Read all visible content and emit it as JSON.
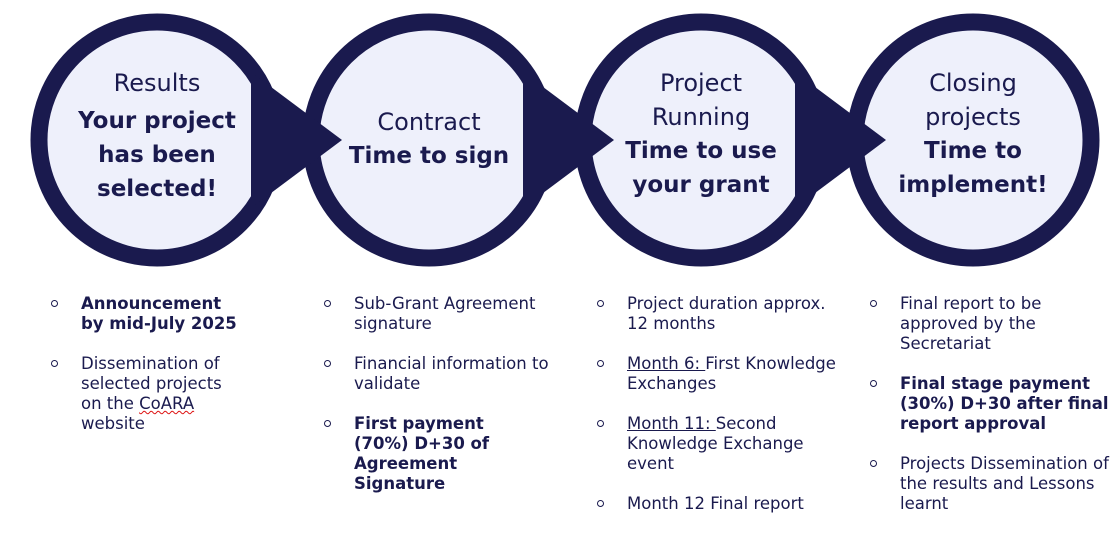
{
  "stages": [
    {
      "head": "Results",
      "sub": "Your project has been selected!"
    },
    {
      "head": "Contract",
      "sub": "Time to sign"
    },
    {
      "head": "Project Running",
      "sub": "Time to use your grant"
    },
    {
      "head": "Closing projects",
      "sub": "Time to implement!"
    }
  ],
  "lists": {
    "results": {
      "i1": "Announcement by mid-July 2025",
      "i2a": "Dissemination of selected projects on the ",
      "i2b": "CoARA",
      "i2c": " website"
    },
    "contract": {
      "i1": "Sub-Grant Agreement signature",
      "i2": "Financial information to validate",
      "i3": "First payment (70%) D+30 of Agreement Signature"
    },
    "running": {
      "i1": "Project duration approx. 12 months",
      "i2a": "Month 6: ",
      "i2b": "First Knowledge  Exchanges",
      "i3a": "Month 11: ",
      "i3b": "Second Knowledge Exchange event",
      "i4": "Month 12 Final report"
    },
    "closing": {
      "i1": "Final report to be approved by the Secretariat",
      "i2": "Final stage payment (30%) D+30 after final report approval",
      "i3": "Projects Dissemination of the results and Lessons learnt"
    }
  },
  "colors": {
    "navy": "#1a1a4e",
    "fill": "#eef0fb"
  }
}
